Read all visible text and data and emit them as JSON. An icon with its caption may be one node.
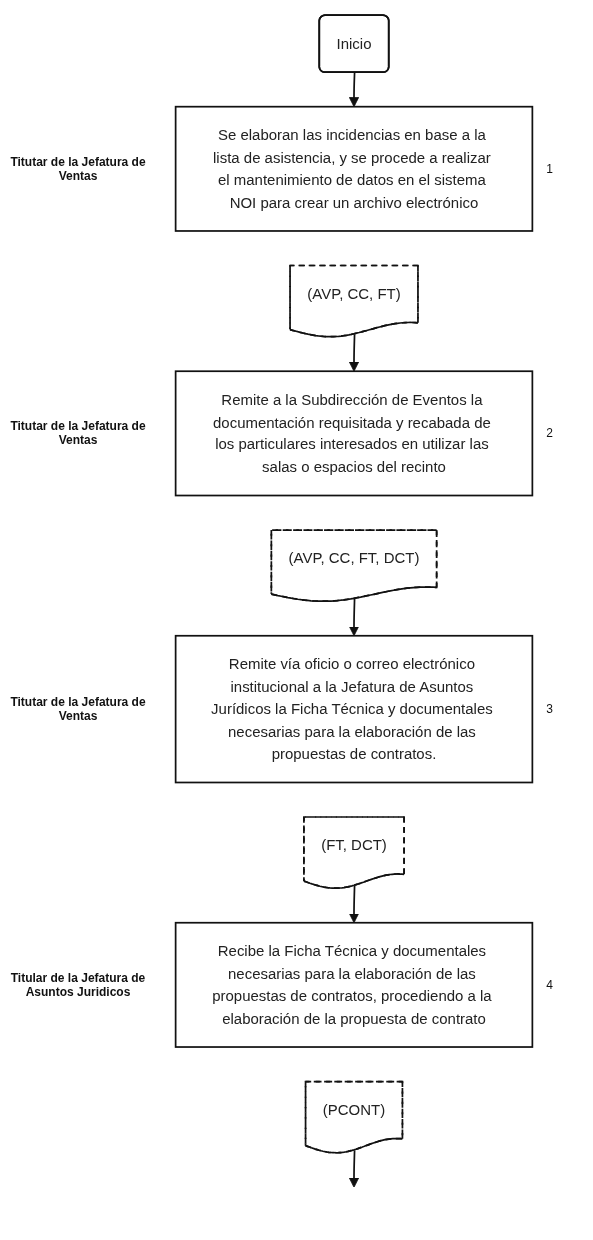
{
  "diagram": {
    "nodes": [
      {
        "text": [
          "Inicio"
        ]
      },
      {
        "text": [
          "Se elaboran las incidencias en base a la lista de asistencia, y se procede a realizar el mantenimiento de datos en el sistema NOI para crear un archivo electrónico"
        ],
        "beside": [
          "Titutar de la Jefatura de Ventas",
          "1"
        ]
      },
      {
        "text": [
          "(AVP, CC, FT)"
        ]
      },
      {
        "text": [
          "Remite a la Subdirección de Eventos la documentación requisitada y recabada de los particulares interesados en utilizar las salas o espacios del recinto"
        ],
        "beside": [
          "Titutar de la Jefatura de Ventas",
          "2"
        ]
      },
      {
        "text": [
          "(AVP, CC, FT, DCT)"
        ]
      },
      {
        "text": [
          "Remite vía oficio o correo electrónico institucional a la Jefatura de Asuntos Jurídicos la Ficha Técnica y documentales necesarias para la elaboración de las propuestas de contratos."
        ],
        "beside": [
          "Titutar de la Jefatura de Ventas",
          "3"
        ]
      },
      {
        "text": [
          "(FT, DCT)"
        ]
      },
      {
        "text": [
          "Recibe la Ficha Técnica y documentales necesarias para la elaboración de las propuestas de contratos, procediendo a la elaboración de la propuesta de contrato"
        ],
        "beside": [
          "Titular de la Jefatura de Asuntos Juridicos",
          "4"
        ]
      },
      {
        "text": [
          "(PCONT)"
        ]
      }
    ],
    "edges": [
      {
        "from": 0,
        "to": 1,
        "arrow": "to"
      },
      {
        "from": 2,
        "to": 3,
        "arrow": "to"
      },
      {
        "from": 4,
        "to": 5,
        "arrow": "to"
      },
      {
        "from": 6,
        "to": 7,
        "arrow": "to"
      },
      {
        "from": 8,
        "to": null,
        "arrow": "to"
      }
    ]
  }
}
